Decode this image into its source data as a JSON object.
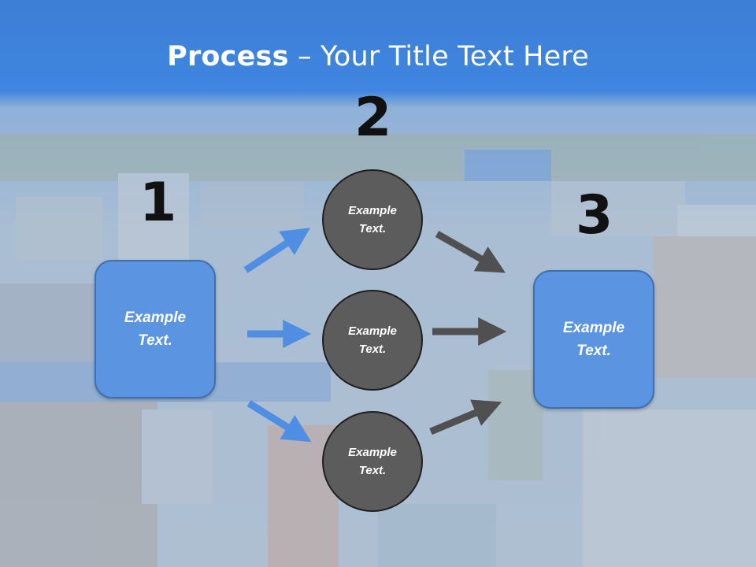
{
  "title": {
    "bold": "Process",
    "rest": " – Your Title Text Here"
  },
  "steps": {
    "one": {
      "number": "1",
      "line1": "Example",
      "line2": "Text."
    },
    "two": {
      "number": "2"
    },
    "three": {
      "number": "3",
      "line1": "Example",
      "line2": "Text."
    }
  },
  "circles": [
    {
      "line1": "Example",
      "line2": "Text."
    },
    {
      "line1": "Example",
      "line2": "Text."
    },
    {
      "line1": "Example",
      "line2": "Text."
    }
  ],
  "colors": {
    "header": "#3a7fdb",
    "box_fill": "#5b94e0",
    "circle_fill": "#5c5c5c",
    "arrow_blue": "#4f8ee3",
    "arrow_gray": "#505050"
  }
}
